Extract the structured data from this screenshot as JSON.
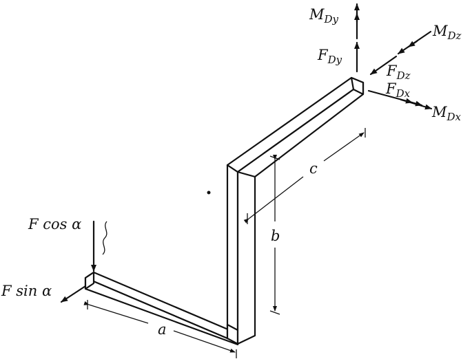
{
  "labels": {
    "m_dy": {
      "main": "M",
      "sub": "Dy"
    },
    "f_dy": {
      "main": "F",
      "sub": "Dy"
    },
    "m_dz": {
      "main": "M",
      "sub": "Dz"
    },
    "f_dz": {
      "main": "F",
      "sub": "Dz"
    },
    "f_dx": {
      "main": "F",
      "sub": "Dx"
    },
    "m_dx": {
      "main": "M",
      "sub": "Dx"
    },
    "f_cos": "F cos α",
    "f_sin": "F sin α",
    "dim_a": "a",
    "dim_b": "b",
    "dim_c": "c"
  },
  "colors": {
    "ink": "#111111",
    "background": "#ffffff"
  }
}
